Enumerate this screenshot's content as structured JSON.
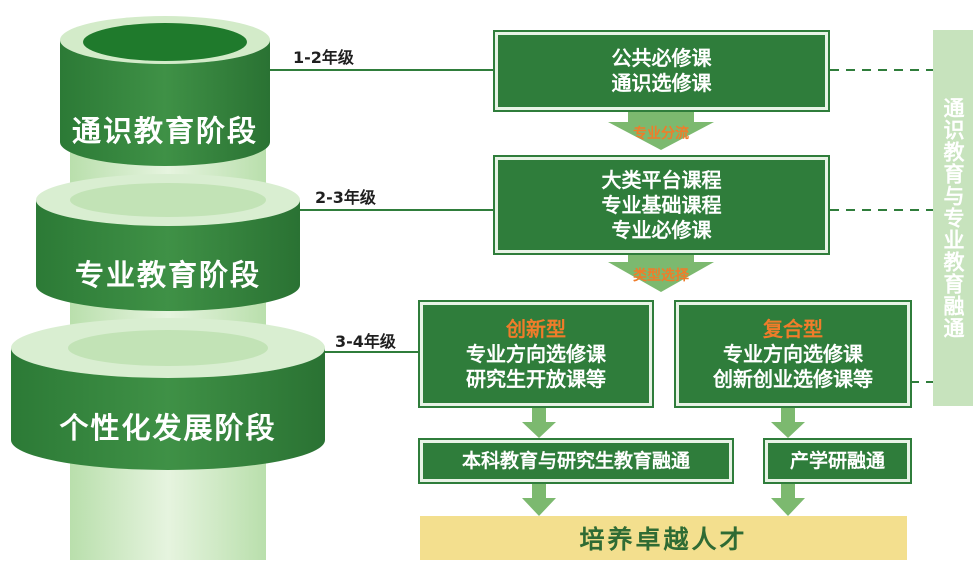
{
  "tower": {
    "stages": [
      {
        "label": "通识教育阶段",
        "grade": "1-2年级"
      },
      {
        "label": "专业教育阶段",
        "grade": "2-3年级"
      },
      {
        "label": "个性化发展阶段",
        "grade": "3-4年级"
      }
    ]
  },
  "flow": {
    "box1": {
      "lines": [
        "公共必修课",
        "通识选修课"
      ]
    },
    "arrow1_label": "专业分流",
    "box2": {
      "lines": [
        "大类平台课程",
        "专业基础课程",
        "专业必修课"
      ]
    },
    "arrow2_label": "类型选择",
    "innovative": {
      "title": "创新型",
      "lines": [
        "专业方向选修课",
        "研究生开放课等"
      ]
    },
    "compound": {
      "title": "复合型",
      "lines": [
        "专业方向选修课",
        "创新创业选修课等"
      ]
    },
    "bridge_left": "本科教育与研究生教育融通",
    "bridge_right": "产学研融通",
    "result": "培养卓越人才"
  },
  "side_label": "通识教育与专业教育融通",
  "colors": {
    "dark_green": "#2f7d3b",
    "mid_green": "#5b9c55",
    "light_green": "#c7e3bd",
    "orange": "#f07c2a",
    "result_yellow": "#f3df8e"
  }
}
